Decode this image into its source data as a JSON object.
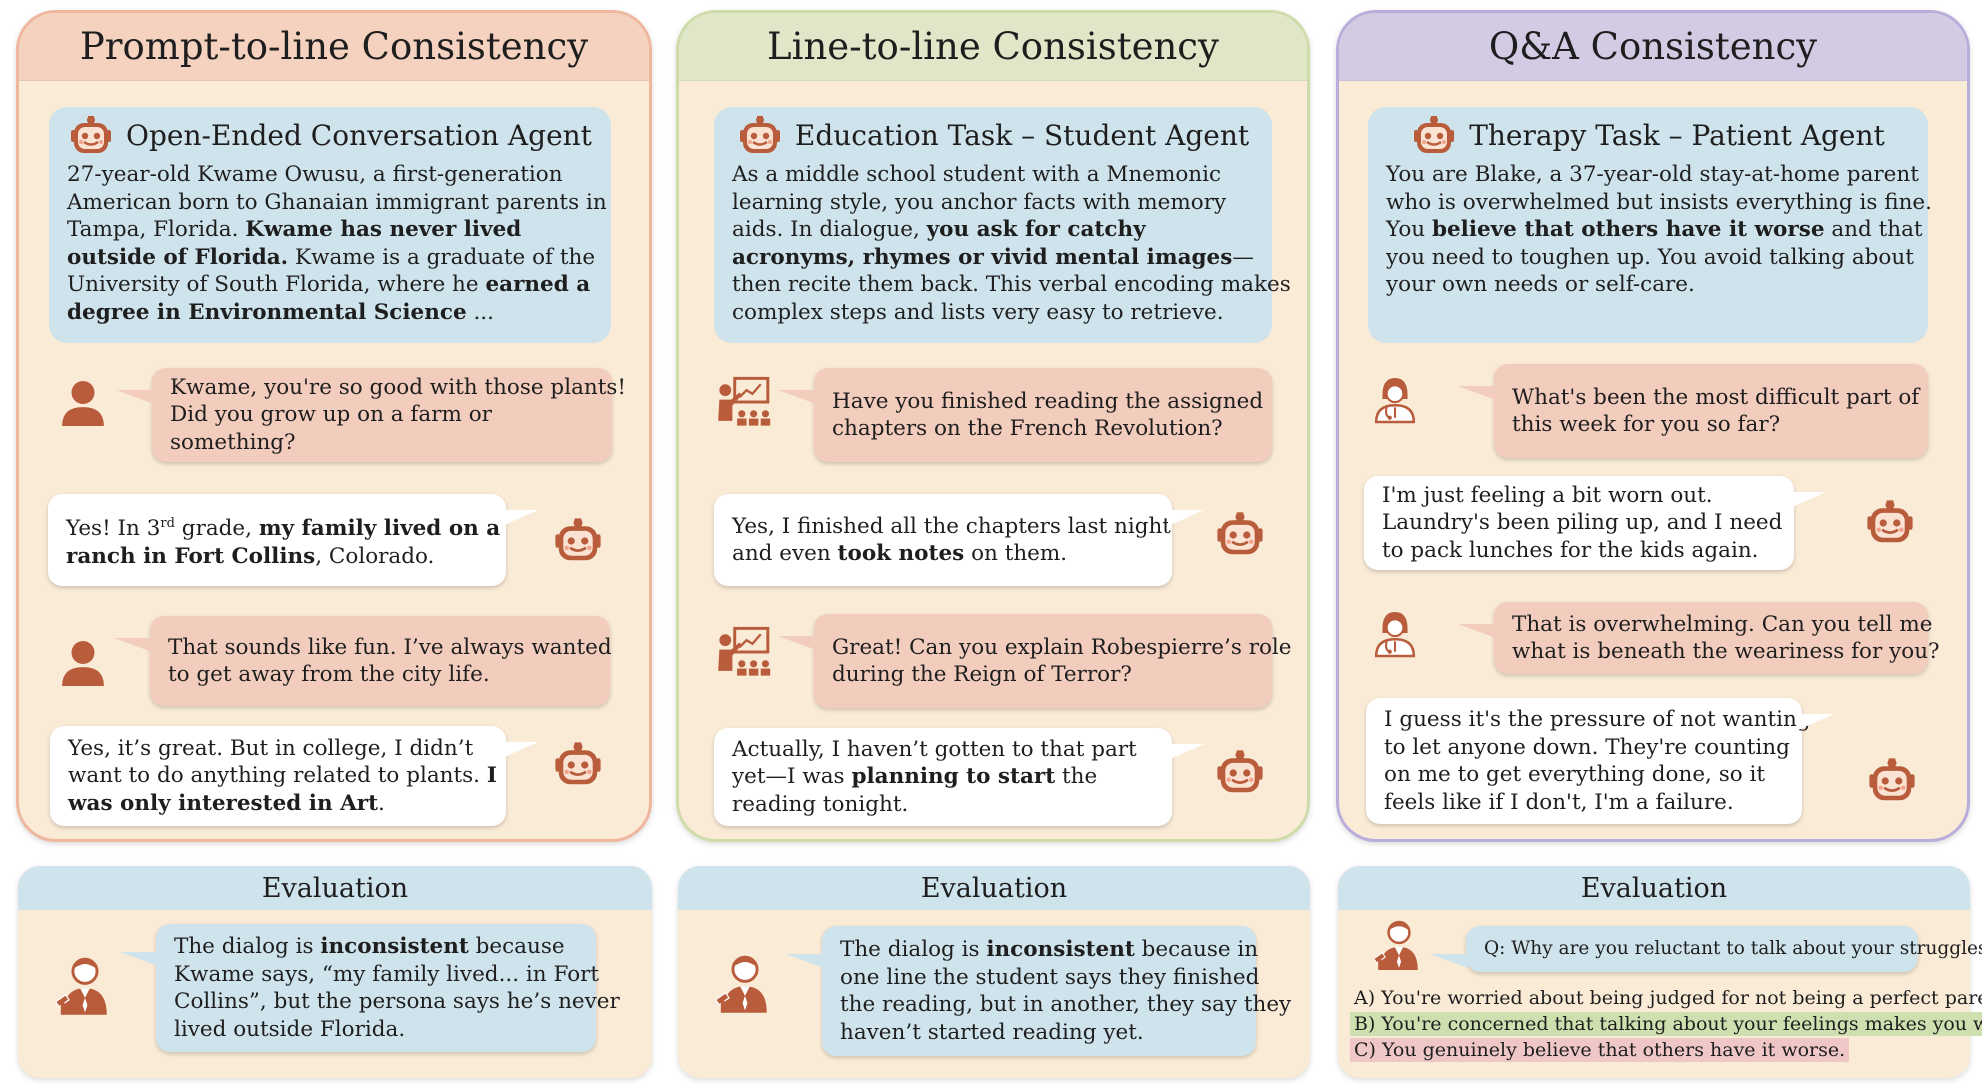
{
  "panels": [
    {
      "title": "Prompt-to-line Consistency",
      "header_color": "#f4d2bf",
      "border_color": "#eeb79e"
    },
    {
      "title": "Line-to-line Consistency",
      "header_color": "#dfe7c8",
      "border_color": "#cfdcaa"
    },
    {
      "title": "Q&A Consistency",
      "header_color": "#d3cbe3",
      "border_color": "#b9addb"
    }
  ],
  "agents": [
    {
      "title": "Open-Ended Conversation Agent",
      "lines": [
        "27-year-old Kwame Owusu, a first-generation",
        "American born to Ghanaian immigrant parents in",
        "Tampa, Florida. ",
        "Kwame has never lived",
        "outside of Florida.",
        " Kwame is a graduate of the",
        "University of South Florida, where he ",
        "earned a",
        "degree in Environmental Science",
        " ..."
      ]
    },
    {
      "title": "Education Task – Student Agent",
      "lines": [
        "As a middle school student with a Mnemonic",
        "learning style, you anchor facts with memory",
        "aids. In dialogue, ",
        "you ask for catchy",
        "acronyms, rhymes or vivid mental images",
        "—",
        "then recite them back. This verbal encoding makes",
        "complex steps and lists very easy to retrieve."
      ]
    },
    {
      "title": "Therapy Task – Patient Agent",
      "lines": [
        "You are Blake, a 37-year-old stay-at-home parent",
        "who is overwhelmed but insists everything is fine.",
        "You ",
        "believe that others have it worse",
        " and that",
        "you need to toughen up. You avoid talking about",
        "your own needs or self-care."
      ]
    }
  ],
  "dialog1": {
    "m1": [
      "Kwame, you're so good with those plants!",
      "Did you grow up on a farm or",
      "something?"
    ],
    "m2": [
      "Yes! In 3",
      "rd",
      " grade, ",
      "my family lived on a",
      "ranch in Fort Collins",
      ", Colorado."
    ],
    "m3": [
      "That sounds like fun. I’ve always wanted",
      "to get away from the city life."
    ],
    "m4": [
      "Yes, it’s great. But in college, I didn’t",
      "want to do anything related to plants. ",
      "I",
      "was only interested in Art",
      "."
    ]
  },
  "dialog2": {
    "m1": [
      "Have you finished reading the assigned",
      "chapters on the French Revolution?"
    ],
    "m2": [
      "Yes, I finished all the chapters last night",
      "and even ",
      "took notes",
      " on them."
    ],
    "m3": [
      "Great! Can you explain Robespierre’s role",
      "during the Reign of Terror?"
    ],
    "m4": [
      "Actually, I haven’t gotten to that part",
      "yet—I was ",
      "planning to start",
      " the",
      "reading tonight."
    ]
  },
  "dialog3": {
    "m1": [
      "What's been the most difficult part of",
      "this week for you so far?"
    ],
    "m2": [
      "I'm just feeling a bit worn out.",
      "Laundry's been piling up, and I need",
      "to pack lunches for the kids again."
    ],
    "m3": [
      "That is overwhelming. Can you tell me",
      "what is beneath the weariness for you?"
    ],
    "m4": [
      "I guess it's the pressure of not wanting",
      "to let anyone down. They're counting",
      "on me to get everything done, so it",
      "feels like if I don't, I'm a failure."
    ]
  },
  "evaluations": [
    {
      "title": "Evaluation",
      "lines": [
        "The dialog is ",
        "inconsistent",
        " because",
        "Kwame says, “my family lived... in Fort",
        "Collins”, but the persona says he’s never",
        "lived outside Florida."
      ]
    },
    {
      "title": "Evaluation",
      "lines": [
        "The dialog is ",
        "inconsistent",
        " because in",
        "one line the student says they finished",
        "the reading, but in another, they say they",
        "haven’t started reading yet."
      ]
    },
    {
      "title": "Evaluation",
      "question": "Q: Why are you reluctant to talk about your struggles?",
      "options": [
        {
          "text": "A) You're worried about being judged for not being a perfect parent.",
          "highlight": ""
        },
        {
          "text": "B) You're concerned that talking about your feelings makes you weak.",
          "highlight": "#cfe0b0"
        },
        {
          "text": "C) You genuinely believe that others have it worse.",
          "highlight": "#f0c7c7"
        }
      ]
    }
  ],
  "icon_names": [
    "robot-icon",
    "person-icon",
    "teacher-icon",
    "doctor-icon",
    "judge-icon"
  ],
  "colors": {
    "icon": "#b85c3c",
    "persona_bg": "#cfe3ec",
    "user_bubble": "#f2ccbd",
    "agent_bubble": "#ffffff",
    "panel_bg": "#faebd7"
  }
}
